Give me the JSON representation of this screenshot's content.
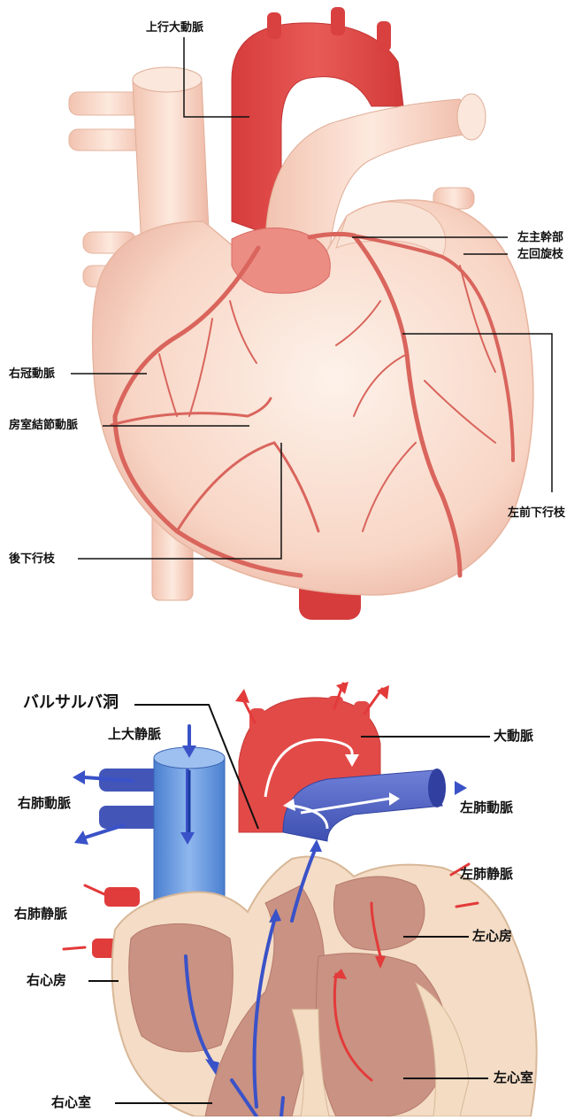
{
  "top_labels": {
    "ascending_aorta": "上行大動脈",
    "left_main": "左主幹部",
    "left_circumflex": "左回旋枝",
    "right_coronary": "右冠動脈",
    "av_node_artery": "房室結節動脈",
    "left_anterior_descending": "左前下行枝",
    "posterior_descending": "後下行枝"
  },
  "bottom_labels": {
    "sinus_of_valsalva": "バルサルバ洞",
    "superior_vena_cava": "上大静脈",
    "aorta": "大動脈",
    "right_pulmonary_artery": "右肺動脈",
    "left_pulmonary_artery": "左肺動脈",
    "left_pulmonary_vein": "左肺静脈",
    "right_pulmonary_vein": "右肺静脈",
    "left_atrium": "左心房",
    "right_atrium": "右心房",
    "left_ventricle": "左心室",
    "right_ventricle": "右心室"
  },
  "colors": {
    "arterial": "#e04848",
    "venous": "#4a66c8",
    "muscle": "#c99282",
    "skin": "#f6ddd0",
    "outline": "#e4c4a6",
    "coronary": "#d9655d"
  }
}
